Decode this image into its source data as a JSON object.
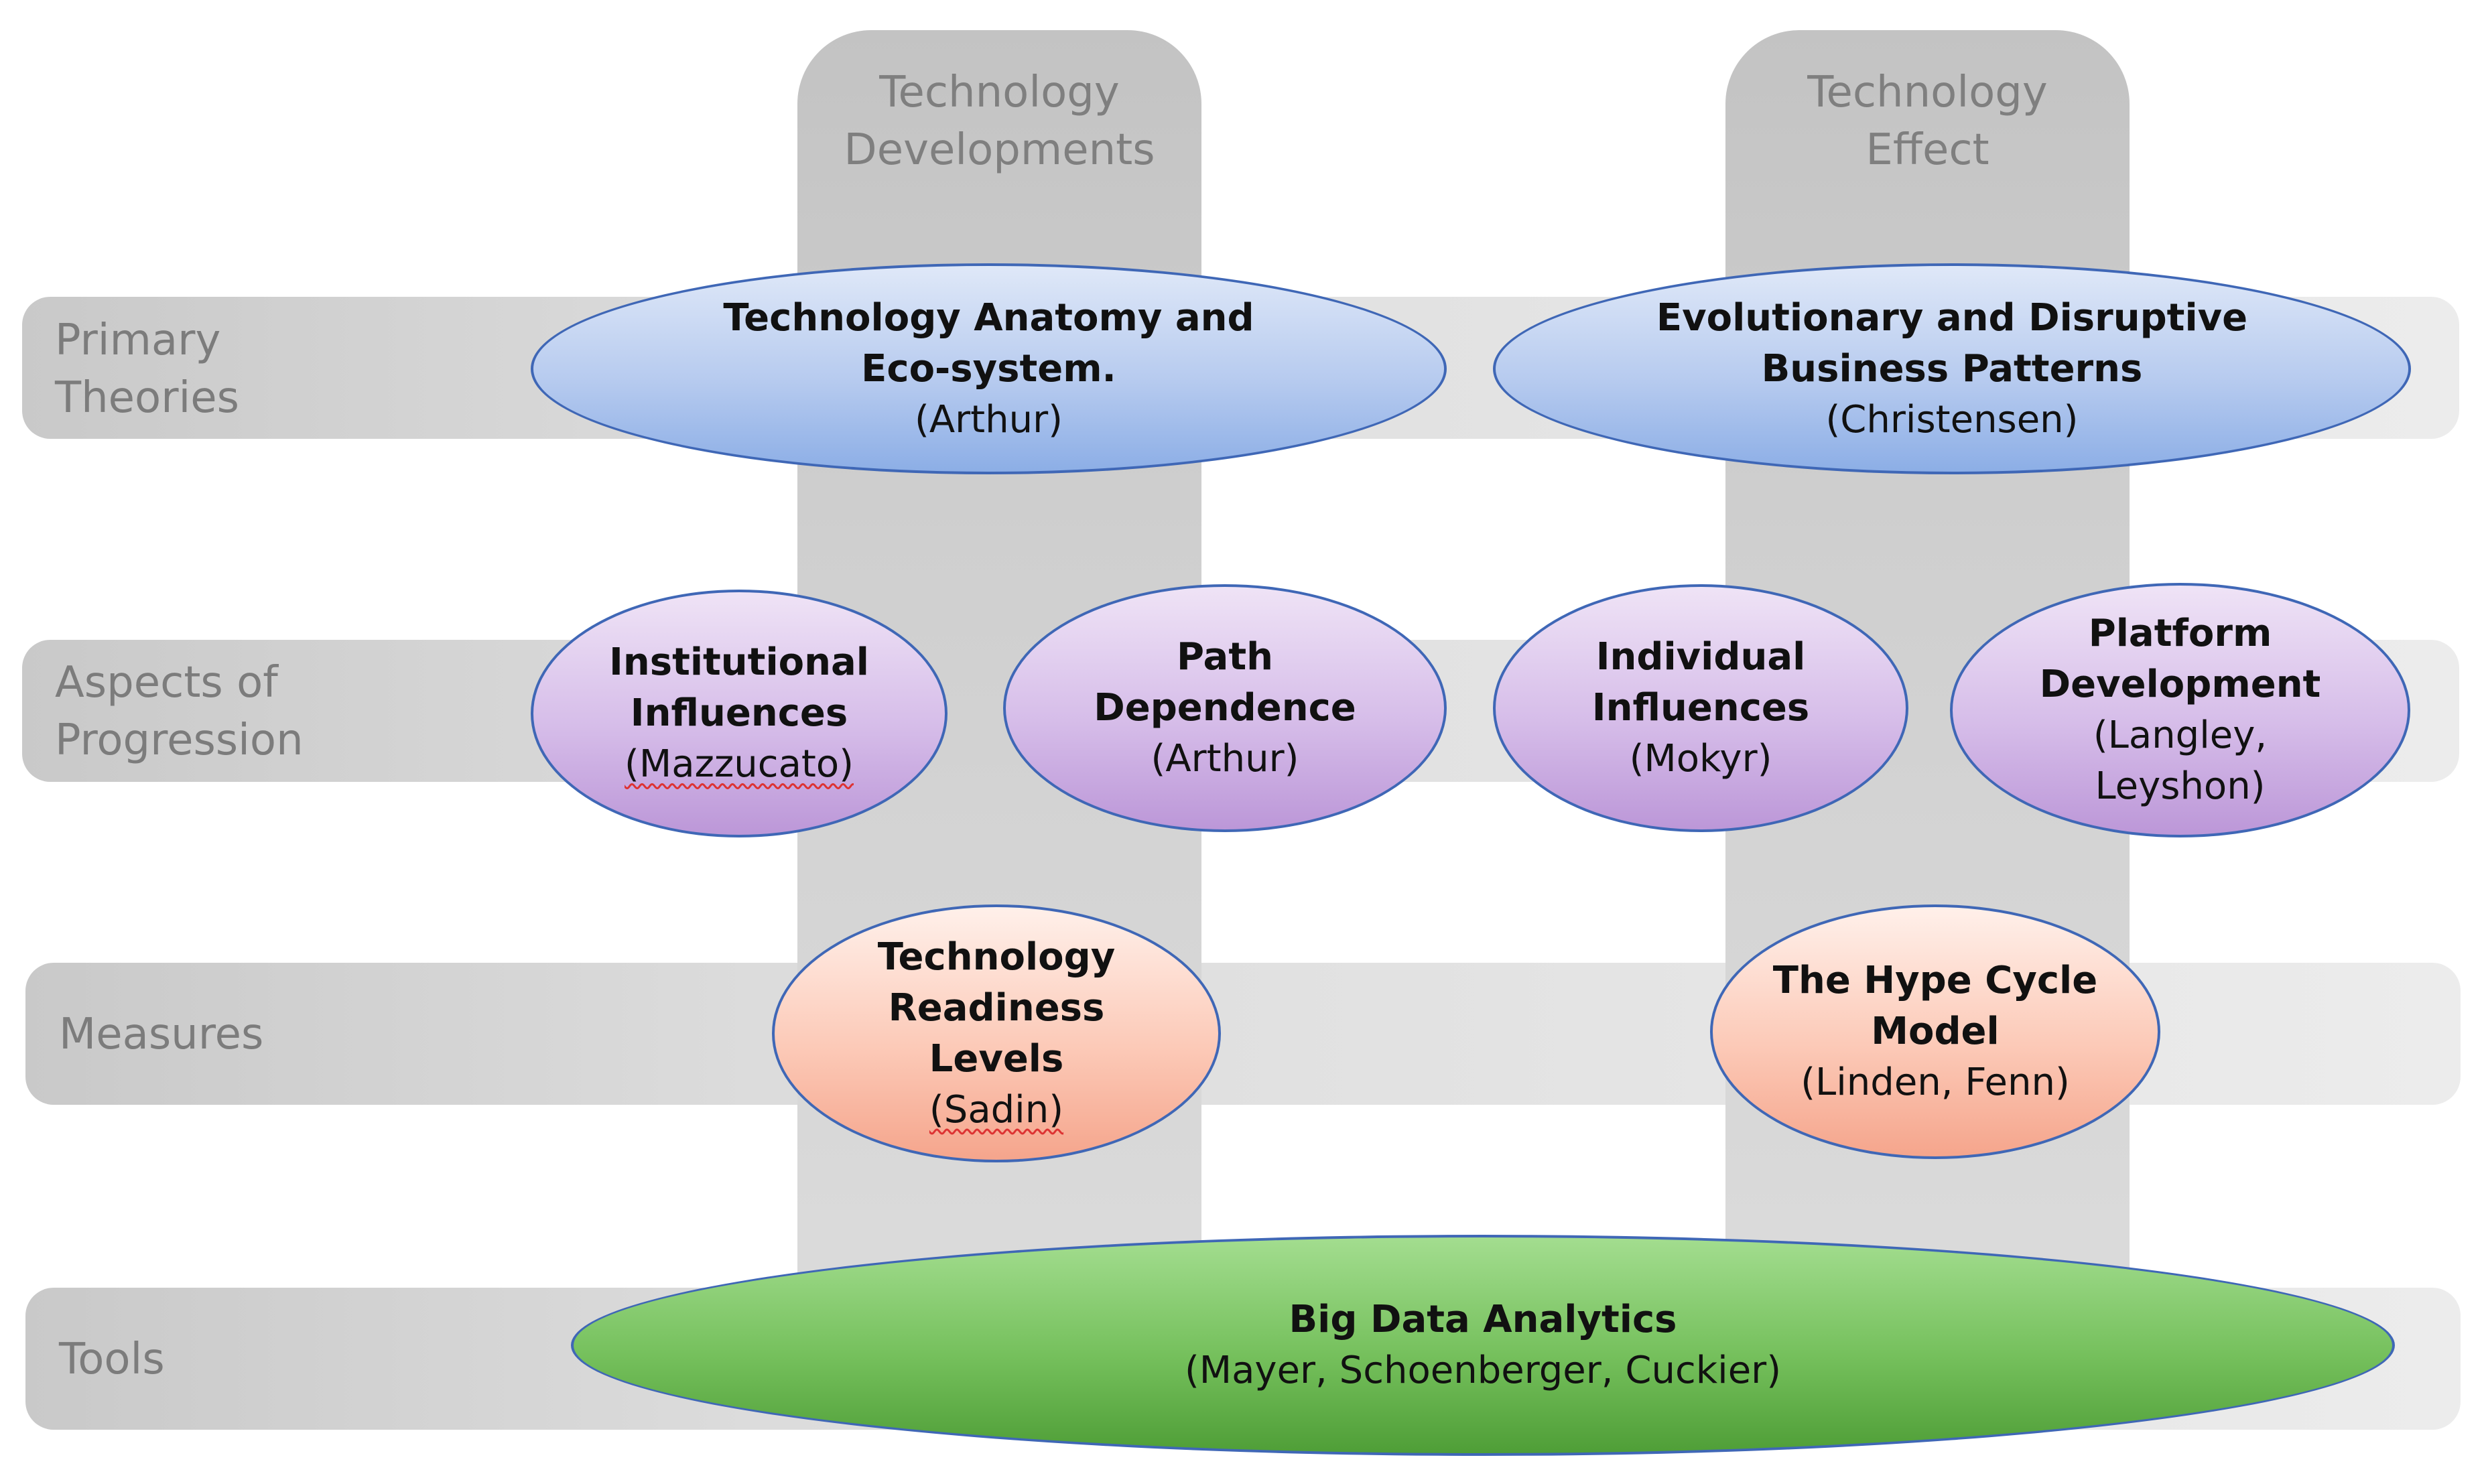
{
  "columns": {
    "developments": "Technology\nDevelopments",
    "effect": "Technology\nEffect"
  },
  "rows": {
    "primary": "Primary\nTheories",
    "aspects": "Aspects  of\nProgression",
    "measures": "Measures",
    "tools": "Tools"
  },
  "nodes": {
    "anatomy": {
      "title": "Technology Anatomy and\nEco-system.",
      "author": "(Arthur)"
    },
    "disruptive": {
      "title": "Evolutionary and Disruptive\nBusiness Patterns",
      "author": "(Christensen)"
    },
    "institutional": {
      "title": "Institutional\nInfluences",
      "author": "(Mazzucato)"
    },
    "path": {
      "title": "Path\nDependence",
      "author": "(Arthur)"
    },
    "individual": {
      "title": "Individual\nInfluences",
      "author": "(Mokyr)"
    },
    "platform": {
      "title": "Platform\nDevelopment",
      "author": "(Langley,\nLeyshon)"
    },
    "trl": {
      "title": "Technology\nReadiness\nLevels",
      "author": "(Sadin)"
    },
    "hype": {
      "title": "The Hype Cycle\nModel",
      "author": "(Linden, Fenn)"
    },
    "bigdata": {
      "title": "Big Data Analytics",
      "author": "(Mayer, Schoenberger, Cuckier)"
    }
  },
  "colors": {
    "primary_theory_fill": "#b7cbef",
    "aspect_fill": "#d6bde9",
    "measure_fill": "#fccab8",
    "tool_fill": "#75c05c",
    "outline": "#3f67b6",
    "band": "#dcdcdc",
    "label_text": "#7c7c7c"
  }
}
